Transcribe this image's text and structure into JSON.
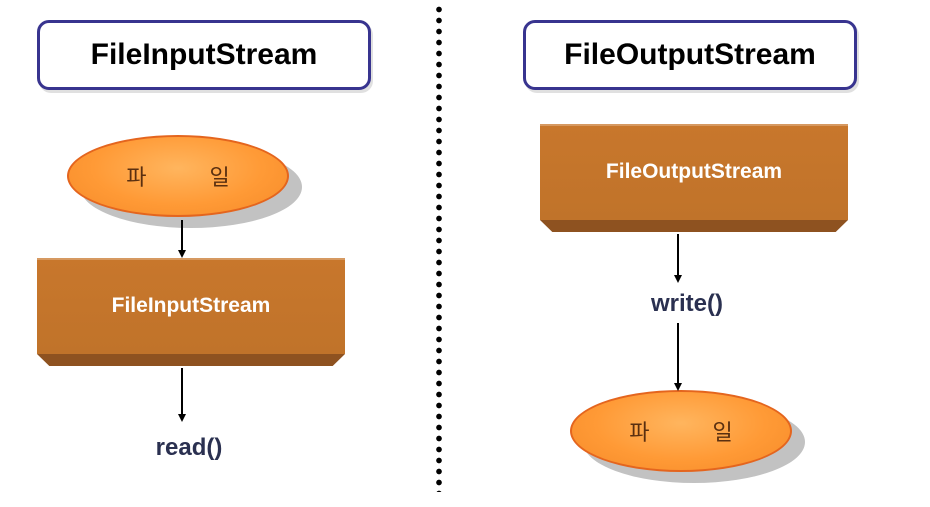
{
  "left_panel": {
    "title": "FileInputStream",
    "file_label": "파 일",
    "stream_label": "FileInputStream",
    "method_label": "read()"
  },
  "right_panel": {
    "title": "FileOutputStream",
    "stream_label": "FileOutputStream",
    "method_label": "write()",
    "file_label": "파 일"
  },
  "colors": {
    "title_border": "#38348f",
    "stream_box": "#c0732a",
    "file_ellipse": "#ff9a36",
    "method_text": "#2a3050"
  }
}
